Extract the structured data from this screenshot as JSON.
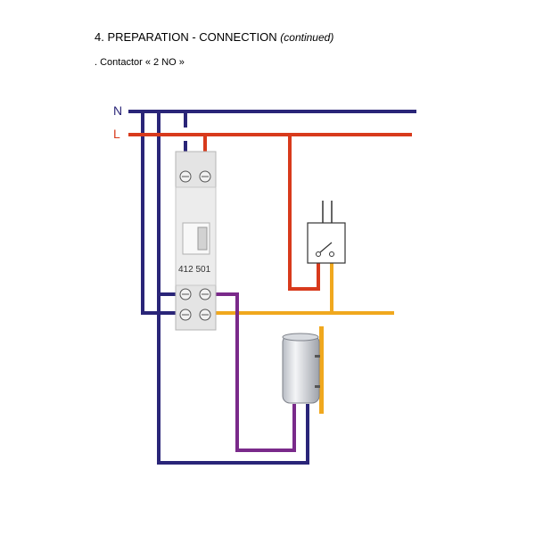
{
  "heading": {
    "title": "4. PREPARATION - CONNECTION",
    "continued": "(continued)"
  },
  "subheading": ". Contactor « 2 NO »",
  "diagram": {
    "neutral_label": "N",
    "line_label": "L",
    "device_reference": "412 501",
    "colors": {
      "neutral": "#2a2578",
      "line": "#d83a1c",
      "switched": "#f0a81e",
      "load": "#7a2a8a",
      "device": "#e2e2e2",
      "wall": "#f0a81e"
    }
  }
}
